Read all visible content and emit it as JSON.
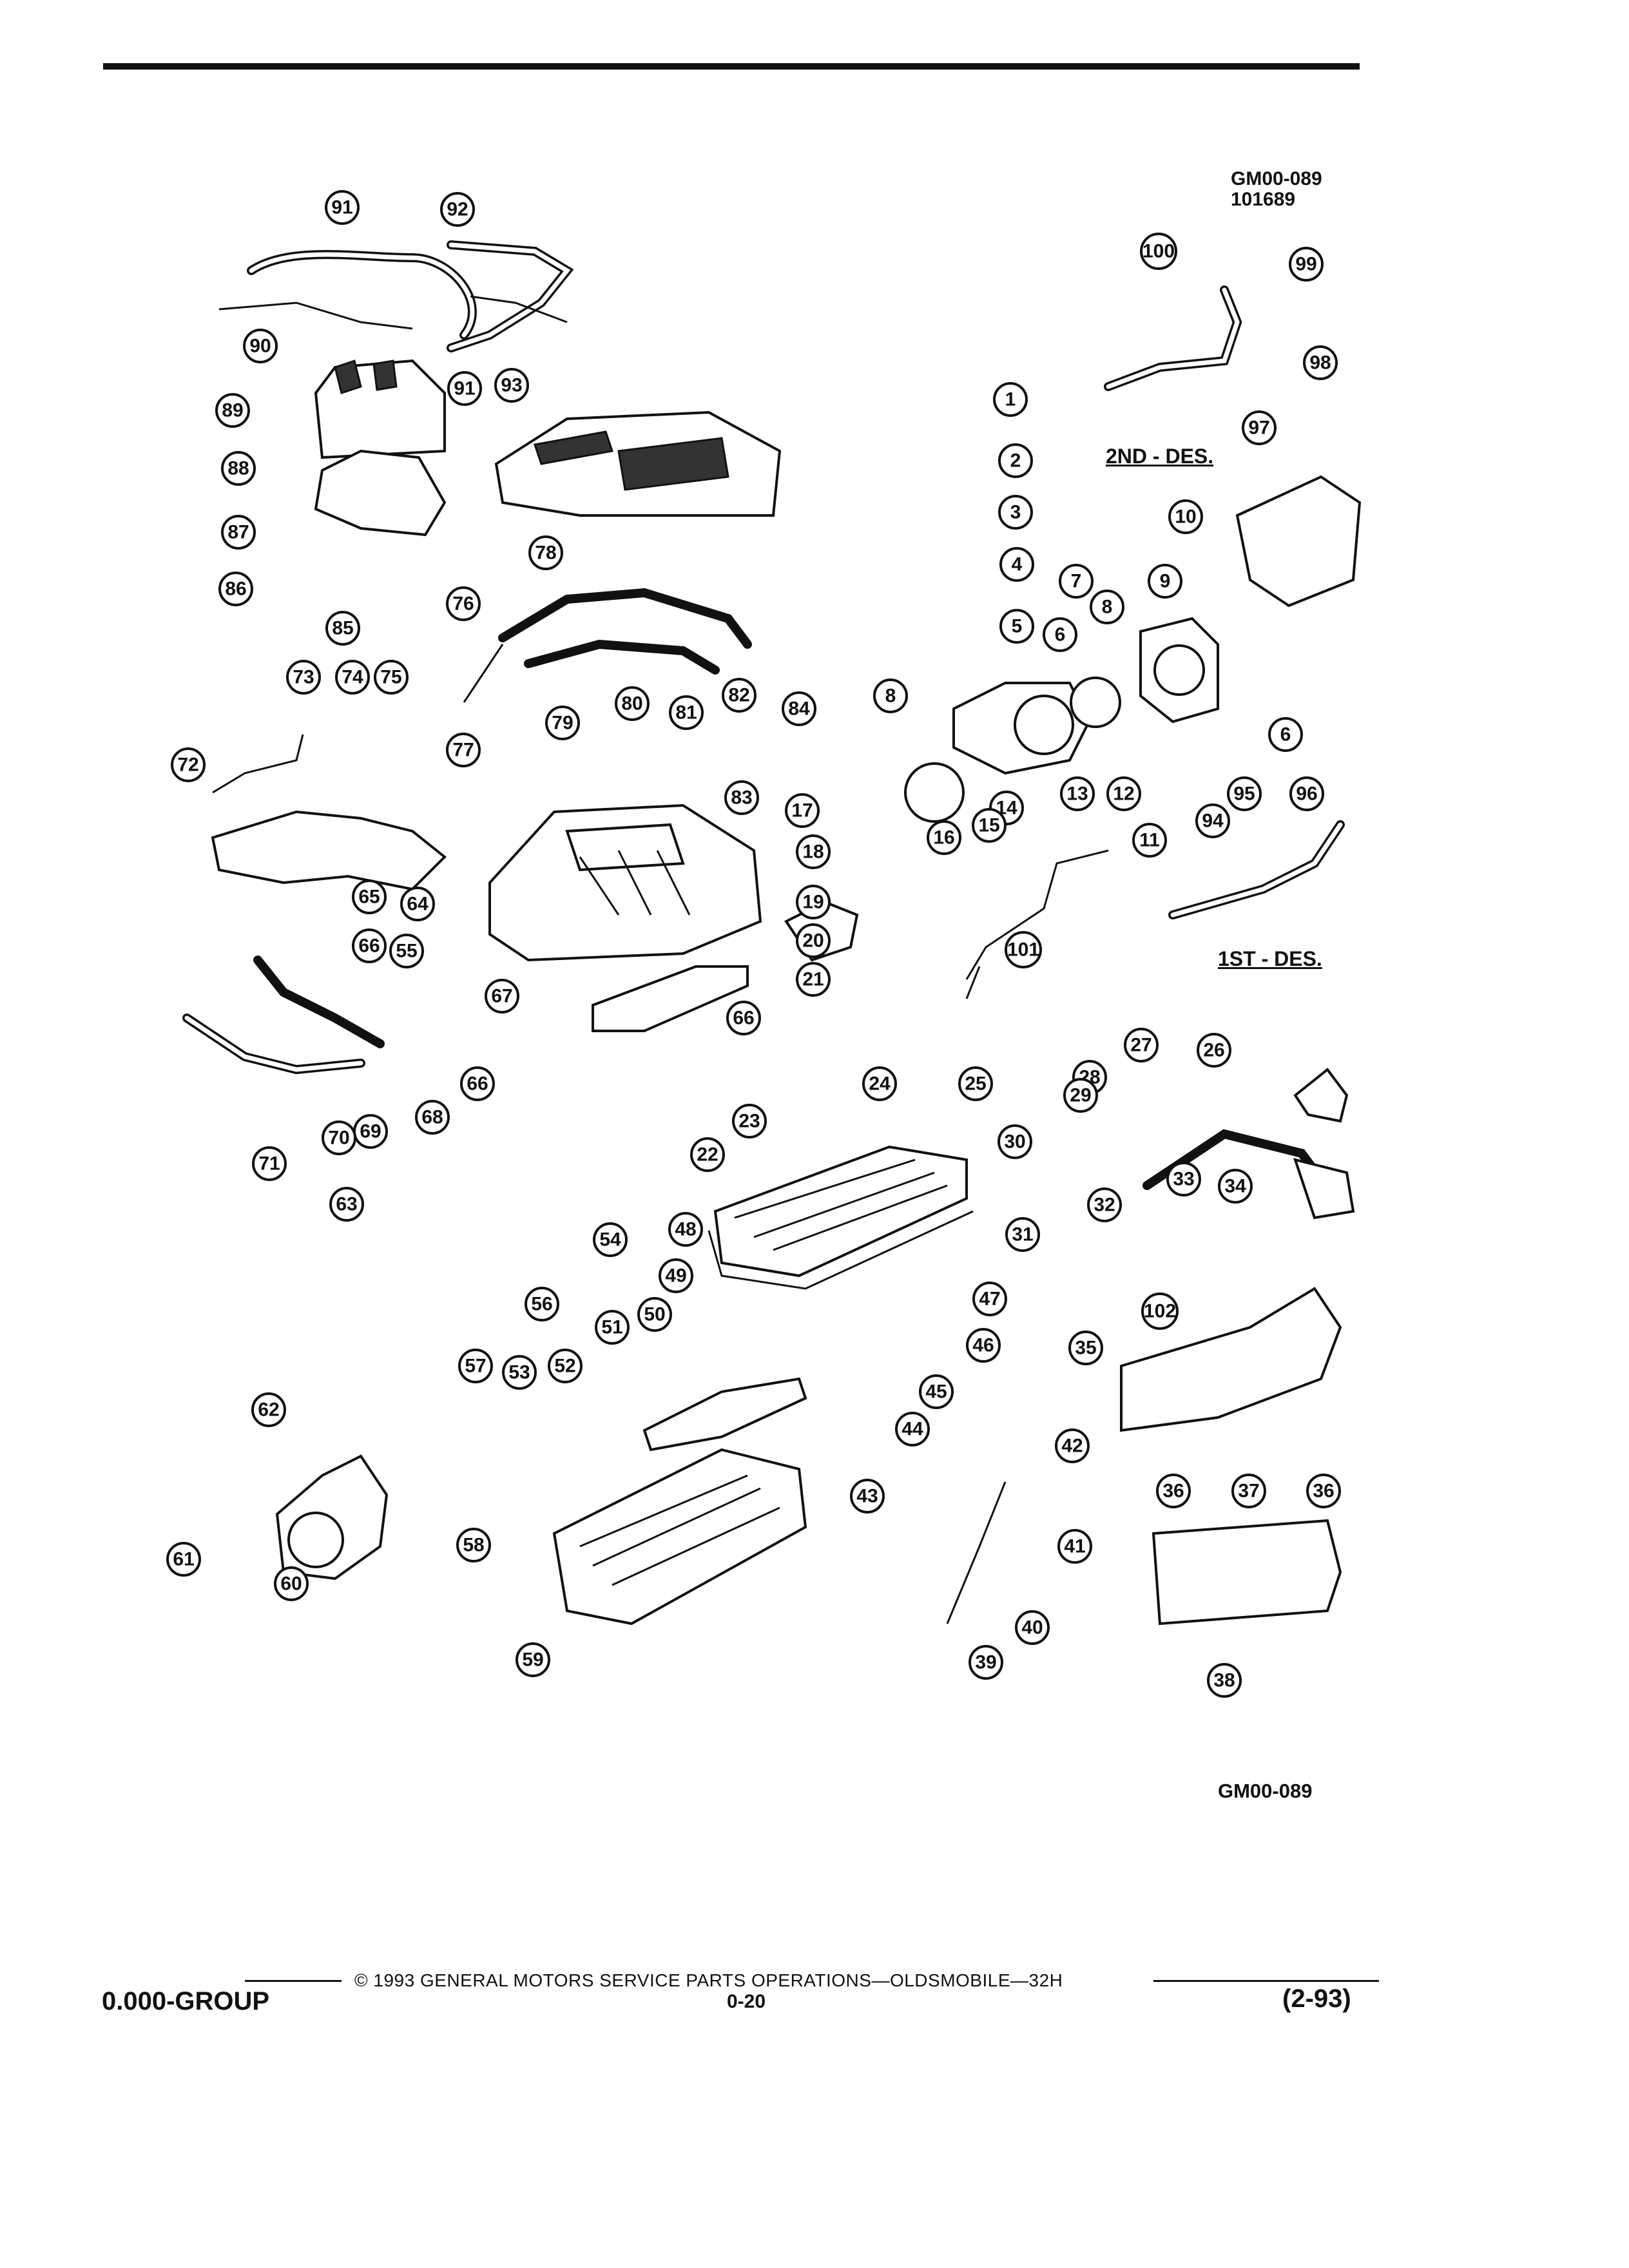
{
  "header": {
    "figure_code": "GM00-089",
    "figure_date": "101689"
  },
  "labels": {
    "second_design": "2ND - DES.",
    "first_design": "1ST - DES.",
    "figure_code_bottom": "GM00-089"
  },
  "callouts": [
    "1",
    "2",
    "3",
    "4",
    "5",
    "6",
    "6",
    "7",
    "8",
    "8",
    "9",
    "10",
    "11",
    "12",
    "13",
    "14",
    "15",
    "16",
    "17",
    "18",
    "19",
    "20",
    "21",
    "22",
    "23",
    "24",
    "25",
    "26",
    "27",
    "28",
    "29",
    "30",
    "31",
    "32",
    "33",
    "34",
    "35",
    "36",
    "36",
    "37",
    "38",
    "39",
    "40",
    "41",
    "42",
    "43",
    "44",
    "45",
    "46",
    "47",
    "48",
    "49",
    "50",
    "51",
    "52",
    "53",
    "54",
    "55",
    "56",
    "57",
    "58",
    "59",
    "60",
    "61",
    "62",
    "63",
    "64",
    "65",
    "66",
    "66",
    "66",
    "67",
    "68",
    "69",
    "70",
    "71",
    "72",
    "73",
    "74",
    "75",
    "76",
    "77",
    "78",
    "79",
    "80",
    "81",
    "82",
    "83",
    "84",
    "85",
    "86",
    "87",
    "88",
    "89",
    "90",
    "91",
    "91",
    "92",
    "93",
    "94",
    "95",
    "96",
    "97",
    "98",
    "99",
    "100",
    "101",
    "102"
  ],
  "footer": {
    "copyright": "© 1993 GENERAL MOTORS SERVICE PARTS OPERATIONS—OLDSMOBILE—32H",
    "group": "0.000-GROUP",
    "page": "0-20",
    "date": "(2-93)"
  }
}
